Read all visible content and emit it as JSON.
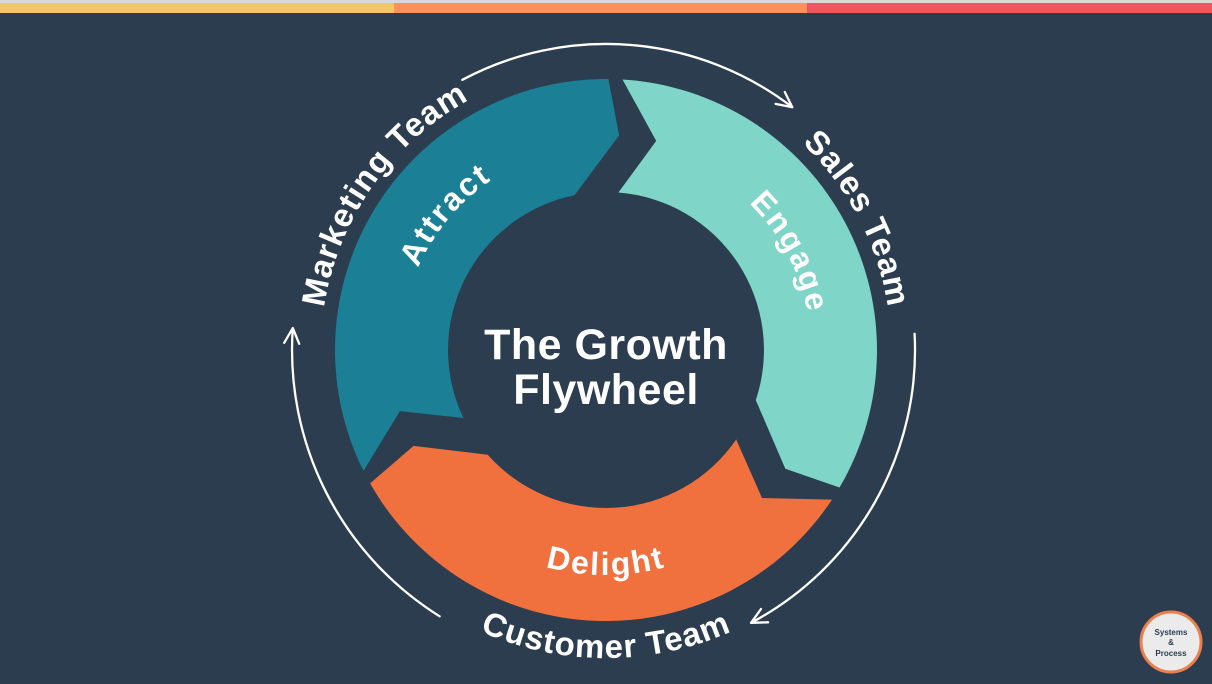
{
  "background_color": "#2C3D4F",
  "top_bar": {
    "base_color": "#D9D9D9",
    "segments": [
      {
        "name": "yellow",
        "color": "#F4C566"
      },
      {
        "name": "orange",
        "color": "#FD9159"
      },
      {
        "name": "red",
        "color": "#EF5660"
      }
    ]
  },
  "flywheel": {
    "title_line1": "The Growth",
    "title_line2": "Flywheel",
    "text_color": "#FFFFFF",
    "segments": [
      {
        "id": "attract",
        "label": "Attract",
        "color": "#1B8096",
        "team": "Marketing Team"
      },
      {
        "id": "engage",
        "label": "Engage",
        "color": "#7FD5C8",
        "team": "Sales Team"
      },
      {
        "id": "delight",
        "label": "Delight",
        "color": "#F0703E",
        "team": "Customer Team"
      }
    ]
  },
  "badge": {
    "line1": "Systems",
    "line2": "&",
    "line3": "Process",
    "border_color": "#EF7F4A",
    "fill_color": "#EBEBEB",
    "text_color": "#2C3D4F"
  }
}
